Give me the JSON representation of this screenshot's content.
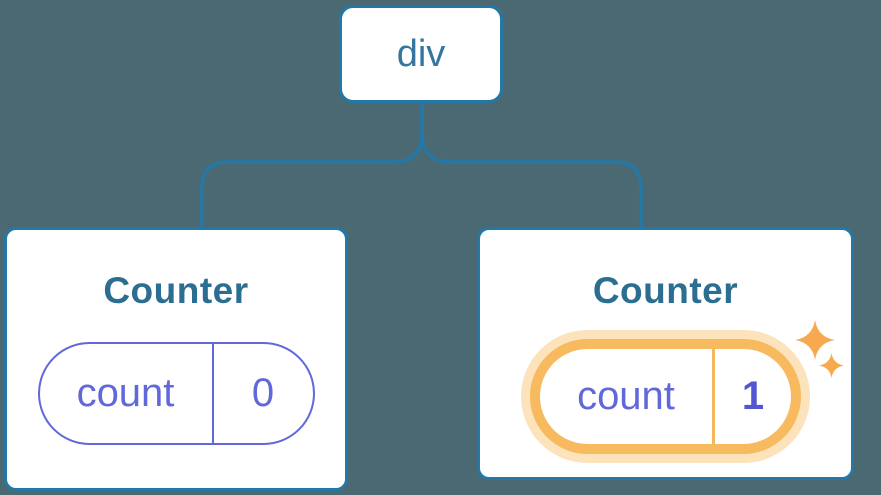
{
  "background_color": "#4b6972",
  "diagram": {
    "root_node": {
      "label": "div"
    },
    "connector_color": "#2478a6",
    "nodes": [
      {
        "title": "Counter",
        "state_pill": {
          "key": "count",
          "value": "0"
        },
        "highlighted": false
      },
      {
        "title": "Counter",
        "state_pill": {
          "key": "count",
          "value": "1"
        },
        "highlighted": true
      }
    ]
  },
  "colors": {
    "node_border": "#2478a6",
    "node_background": "#ffffff",
    "root_label_text": "#35769f",
    "card_title_text": "#2b6e91",
    "state_text": "#6168d9",
    "state_border": "#6168d9",
    "state_value_bold": "#5356d2",
    "highlight_ring": "#f7ba5f",
    "highlight_glow": "#fce3bb",
    "highlight_divider": "#f6b75c",
    "sparkle": "#f6a94f"
  },
  "icons": {
    "sparkle_big": "four-point-star",
    "sparkle_small": "four-point-star"
  }
}
